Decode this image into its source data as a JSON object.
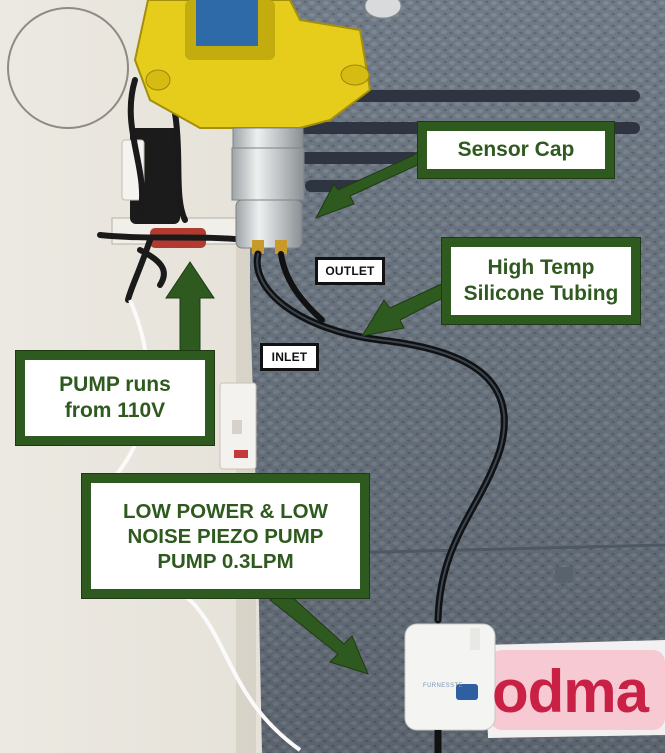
{
  "callouts": {
    "sensor_cap": "Sensor Cap",
    "tubing_line1": "High Temp",
    "tubing_line2": "Silicone Tubing",
    "pump110_line1": "PUMP runs",
    "pump110_line2": "from 110V",
    "piezo_line1": "LOW POWER & LOW",
    "piezo_line2": "NOISE PIEZO PUMP",
    "piezo_line3": "PUMP 0.3LPM"
  },
  "tags": {
    "outlet": "OUTLET",
    "inlet": "INLET"
  },
  "background_text": {
    "brand": "odma",
    "pump_brand": "FURNESSTE"
  },
  "colors": {
    "callout_border": "#2f5a1f",
    "callout_text": "#2f5a1f",
    "arrow": "#2f5a1f",
    "enclosure_yellow": "#e6cd1c",
    "panel_gray": "#6d7884",
    "tubing": "#111111",
    "brand_red": "#c92046"
  }
}
